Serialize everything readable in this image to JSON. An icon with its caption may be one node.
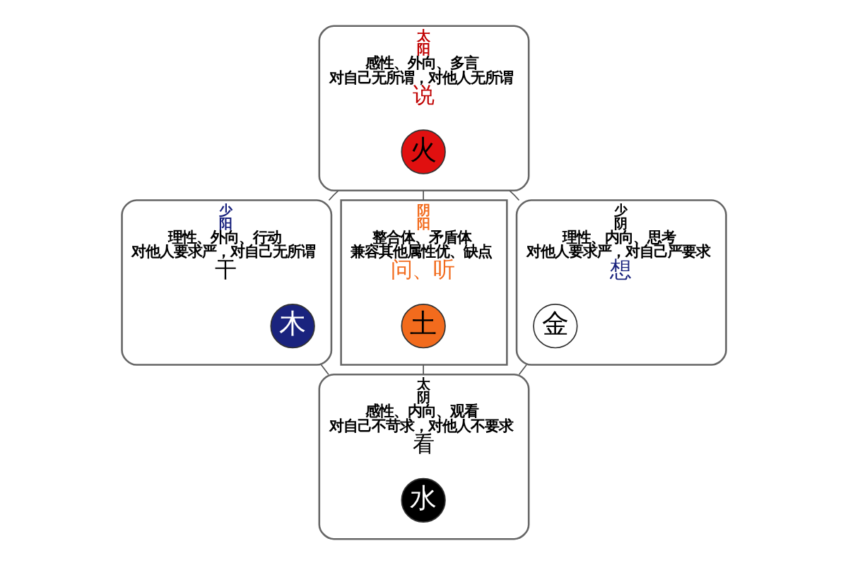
{
  "diagram": {
    "nodes": [
      {
        "text": [
          "太",
          "阳",
          "感性、外向、多言",
          "对自己无所谓，对他人无所谓",
          "说"
        ]
      },
      {
        "text": [
          "火"
        ],
        "in": 0
      },
      {
        "text": [
          "少",
          "阳",
          "理性、外向、行动",
          "对他人要求严，对自己无所谓",
          "干"
        ]
      },
      {
        "text": [
          "木"
        ],
        "in": 2
      },
      {
        "text": [
          "阴",
          "阳",
          "整合体、矛盾体",
          "兼容其他属性优、缺点",
          "问、听"
        ]
      },
      {
        "text": [
          "土"
        ],
        "in": 4
      },
      {
        "text": [
          "少",
          "阴",
          "理性、内向、思考",
          "对他人要求严，对自己严要求",
          "想"
        ]
      },
      {
        "text": [
          "金"
        ],
        "in": 6
      },
      {
        "text": [
          "太",
          "阴",
          "感性、内向、观看",
          "对自己不苛求，对他人不要求",
          "看"
        ]
      },
      {
        "text": [
          "水"
        ],
        "in": 8
      }
    ],
    "edges": [
      {
        "from": 0,
        "to": 2,
        "arrow": "none"
      },
      {
        "from": 0,
        "to": 6,
        "arrow": "none"
      },
      {
        "from": 0,
        "to": 4,
        "arrow": "none"
      },
      {
        "from": 2,
        "to": 8,
        "arrow": "none"
      },
      {
        "from": 6,
        "to": 8,
        "arrow": "none"
      },
      {
        "from": 4,
        "to": 8,
        "arrow": "none"
      }
    ]
  }
}
